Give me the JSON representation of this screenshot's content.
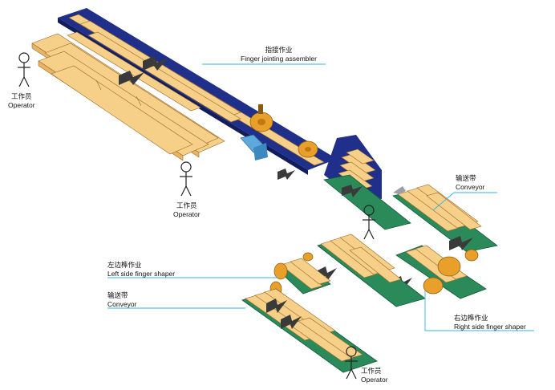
{
  "labels": {
    "finger_jointing": {
      "zh": "指接作业",
      "en": "Finger jointing assembler"
    },
    "operator_top": {
      "zh": "工作员",
      "en": "Operator"
    },
    "operator_mid": {
      "zh": "工作员",
      "en": "Operator"
    },
    "conveyor_right": {
      "zh": "输送带",
      "en": "Conveyor"
    },
    "left_shaper": {
      "zh": "左边榫作业",
      "en": "Left side finger shaper"
    },
    "conveyor_left": {
      "zh": "输送带",
      "en": "Conveyor"
    },
    "right_shaper": {
      "zh": "右边榫作业",
      "en": "Right side finger shaper"
    },
    "operator_bottom": {
      "zh": "工作员",
      "en": "Operator"
    }
  },
  "colors": {
    "belt": "#1f2f8a",
    "wood": "#f6cf88",
    "conveyor_green": "#2b8a5a",
    "leader_line": "#33b5e5"
  }
}
